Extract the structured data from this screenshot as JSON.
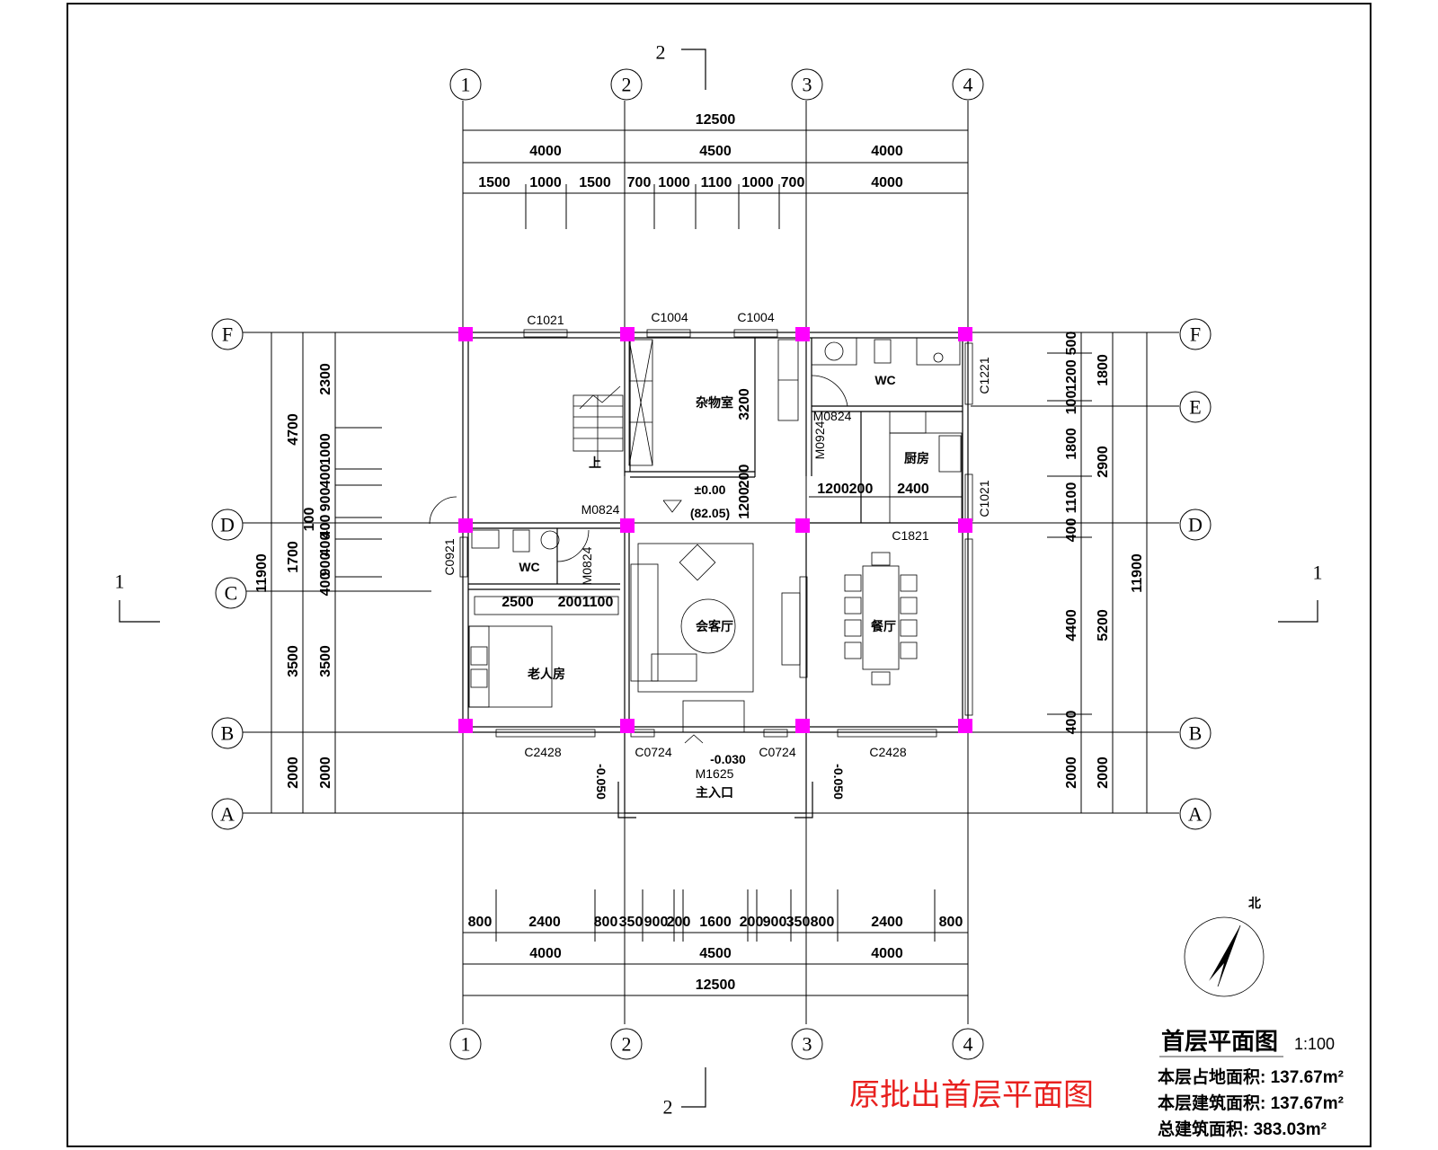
{
  "axes": {
    "columns": [
      "1",
      "2",
      "3",
      "4"
    ],
    "rows": [
      "F",
      "E",
      "D",
      "C",
      "B",
      "A"
    ]
  },
  "section_marks": {
    "two": "2",
    "one": "1"
  },
  "dims_top": {
    "total": "12500",
    "bays": [
      "4000",
      "4500",
      "4000"
    ],
    "detail": [
      "1500",
      "1000",
      "1500",
      "700",
      "1000",
      "1100",
      "1000",
      "700",
      "4000"
    ]
  },
  "dims_bottom": {
    "detail": [
      "800",
      "2400",
      "800",
      "350",
      "900",
      "200",
      "1600",
      "200",
      "900",
      "350",
      "800",
      "2400",
      "800"
    ],
    "bays": [
      "4000",
      "4500",
      "4000"
    ],
    "total": "12500"
  },
  "dims_left": {
    "total": "11900",
    "outer": [
      "4700",
      "1700",
      "3500",
      "2000"
    ],
    "inner": [
      "2300",
      "1000",
      "400",
      "900",
      "400",
      "100",
      "400",
      "900",
      "400",
      "3500",
      "2000"
    ]
  },
  "dims_right": {
    "total": "11900",
    "outer": [
      "1800",
      "2900",
      "5200",
      "2000"
    ],
    "inner": [
      "500",
      "1200",
      "100",
      "1800",
      "1100",
      "400",
      "4400",
      "400",
      "2000"
    ]
  },
  "windows_doors": {
    "c1021_top": "C1021",
    "c1004_a": "C1004",
    "c1004_b": "C1004",
    "m0824_a": "M0824",
    "m0924": "M0924",
    "c1221": "C1221",
    "c1021_right": "C1021",
    "m0824_b": "M0824",
    "c0921": "C0921",
    "m0824_c": "M0824",
    "c1821": "C1821",
    "c2428_a": "C2428",
    "c0724_a": "C0724",
    "c0724_b": "C0724",
    "c2428_b": "C2428",
    "m1625": "M1625"
  },
  "rooms": {
    "storage": "杂物室",
    "wc_upper": "WC",
    "kitchen": "厨房",
    "wc_lower": "WC",
    "living": "会客厅",
    "dining": "餐厅",
    "elder": "老人房",
    "entrance": "主入口",
    "stair_up": "上"
  },
  "inner_dims": {
    "storage_h": "3200",
    "corridor_a": "1200",
    "corridor_b": "200",
    "kitchen_a": "1200",
    "kitchen_b": "200",
    "kitchen_c": "2400",
    "elder_a": "2500",
    "elder_b": "200",
    "elder_c": "1100"
  },
  "levels": {
    "floor": "±0.00",
    "absolute": "(82.05)",
    "entrance": "-0.030",
    "side_left": "-0.050",
    "side_right": "-0.050"
  },
  "north": "北",
  "title": {
    "main": "首层平面图",
    "scale": "1:100",
    "land_area": "本层占地面积: 137.67m²",
    "floor_area": "本层建筑面积: 137.67m²",
    "total_area": "总建筑面积: 383.03m²"
  },
  "red_note": "原批出首层平面图",
  "colors": {
    "column": "#ff00ff",
    "note": "#e8201e"
  }
}
